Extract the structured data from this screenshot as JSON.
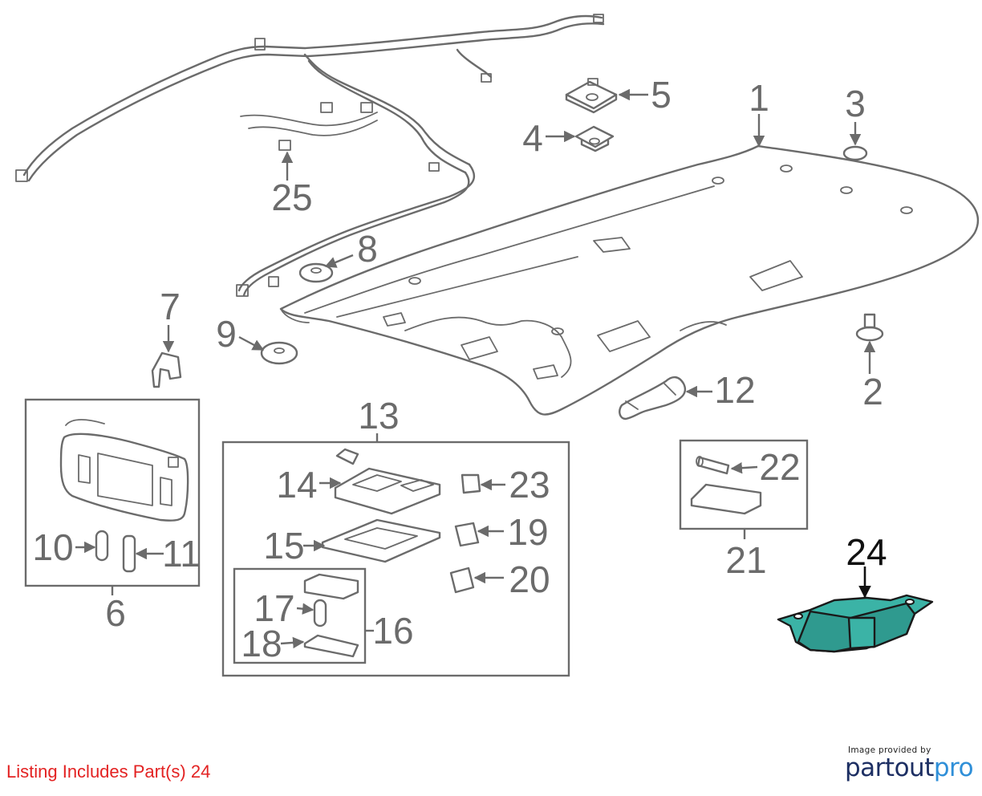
{
  "listing_text": "Listing Includes Part(s) 24",
  "credit": {
    "provided_by": "Image provided by",
    "logo_part1": "partout",
    "logo_part2": "pro"
  },
  "colors": {
    "line": "#6b6b6b",
    "highlight": "#3bb3a6",
    "listing_text": "#e32222",
    "logo_dark": "#1d2f63",
    "logo_light": "#2f8fd8"
  },
  "callouts": {
    "c1": "1",
    "c2": "2",
    "c3": "3",
    "c4": "4",
    "c5": "5",
    "c6": "6",
    "c7": "7",
    "c8": "8",
    "c9": "9",
    "c10": "10",
    "c11": "11",
    "c12": "12",
    "c13": "13",
    "c14": "14",
    "c15": "15",
    "c16": "16",
    "c17": "17",
    "c18": "18",
    "c19": "19",
    "c20": "20",
    "c21": "21",
    "c22": "22",
    "c23": "23",
    "c24": "24",
    "c25": "25"
  },
  "highlighted_part": "24"
}
